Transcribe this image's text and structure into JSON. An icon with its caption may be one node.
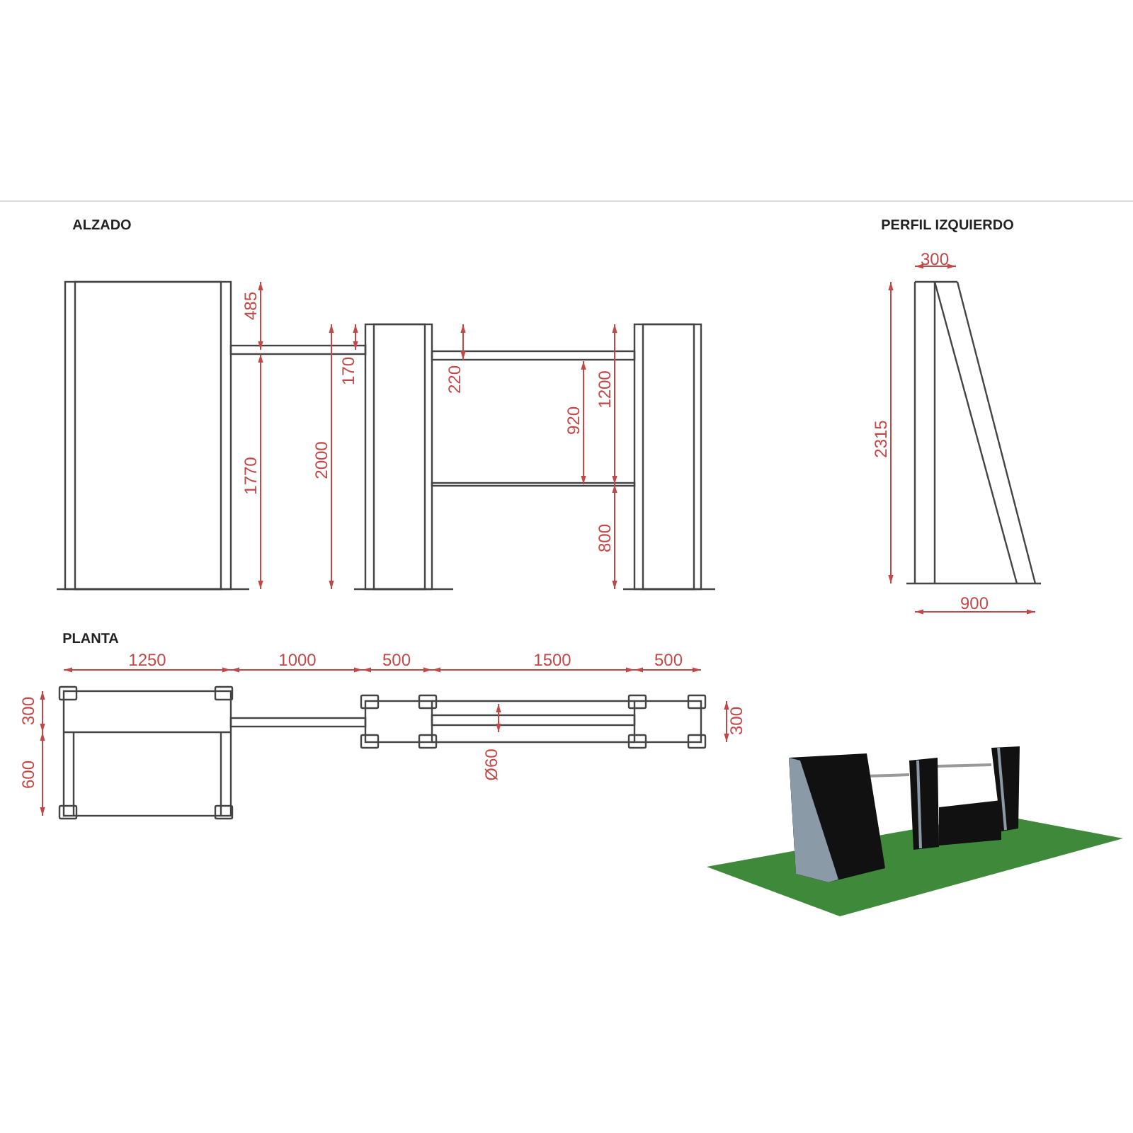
{
  "diagram": {
    "labels": [
      "ALZADO",
      "PERFIL IZQUIERDO",
      "300",
      "485",
      "170",
      "220",
      "1200",
      "920",
      "2000",
      "1770",
      "2315",
      "800",
      "900",
      "PLANTA",
      "1250",
      "1000",
      "500",
      "1500",
      "500",
      "300",
      "300",
      "600",
      "Ø60"
    ]
  }
}
